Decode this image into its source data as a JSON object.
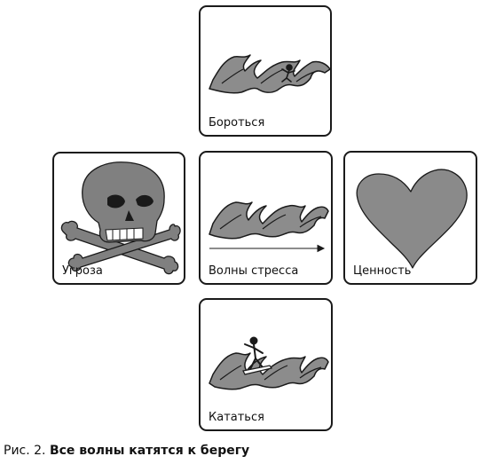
{
  "cards": {
    "fight": {
      "label": "Бороться",
      "icon": "wave-with-struggling-figure-icon"
    },
    "threat": {
      "label": "Угроза",
      "icon": "skull-and-crossbones-icon"
    },
    "waves": {
      "label": "Волны стресса",
      "icon": "waves-with-arrow-icon"
    },
    "value": {
      "label": "Ценность",
      "icon": "heart-icon"
    },
    "surf": {
      "label": "Кататься",
      "icon": "wave-with-surfer-icon"
    }
  },
  "caption": {
    "prefix": "Рис. 2.",
    "title": "Все волны катятся к берегу"
  },
  "colors": {
    "wave_fill": "#8c8c8c",
    "skull_fill": "#808080",
    "heart_fill": "#8a8a8a",
    "outline": "#1a1a1a"
  }
}
